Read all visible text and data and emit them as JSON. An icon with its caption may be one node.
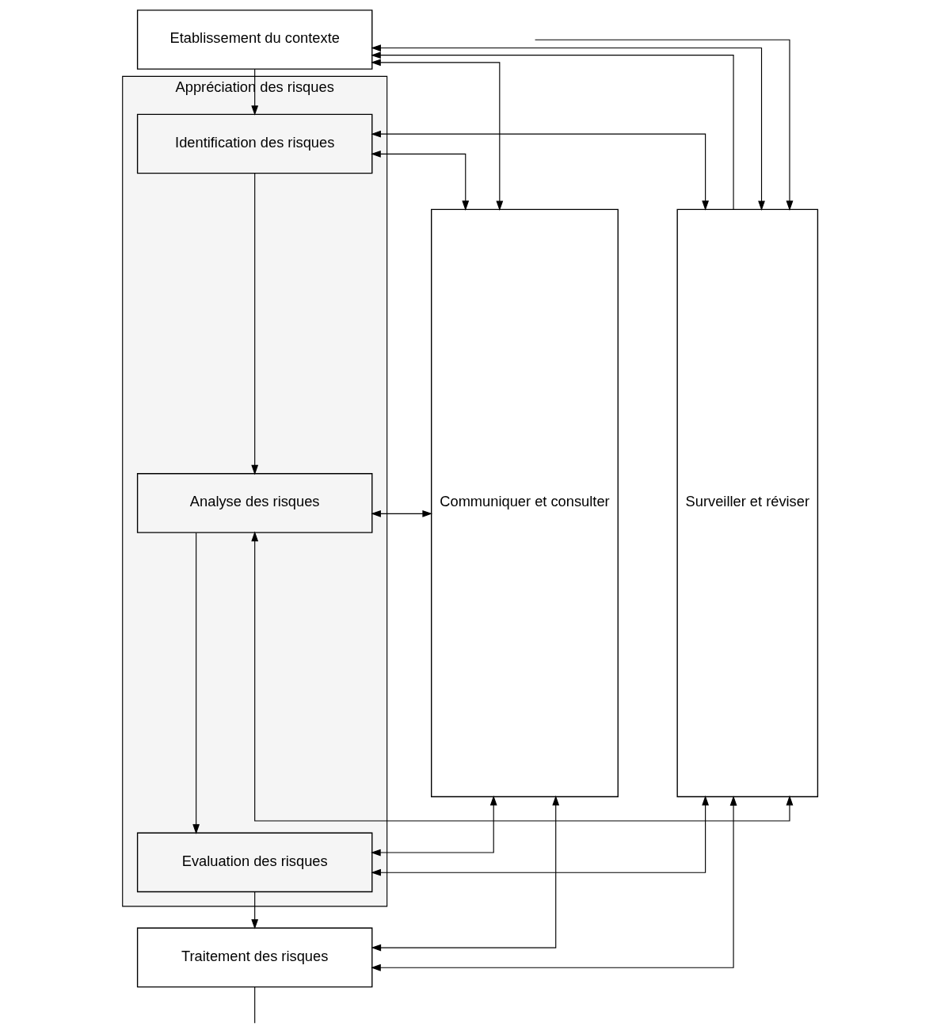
{
  "diagram": {
    "nodes": [
      {
        "text": [
          "Communiquer et consulter"
        ]
      },
      {
        "text": [
          "Etablissement du contexte"
        ]
      },
      {
        "text": [
          "Appréciation des risques"
        ]
      },
      {
        "text": [
          "Identification des risques"
        ],
        "in": 2
      },
      {
        "text": [
          "Analyse des risques"
        ],
        "in": 2
      },
      {
        "text": [
          "Evaluation des risques"
        ],
        "in": 2
      },
      {
        "text": [
          "Traitement des risques"
        ]
      },
      {
        "text": [
          "Surveiller et réviser"
        ]
      }
    ],
    "edges": [
      {
        "from": 7,
        "to": 1,
        "arrow": "to"
      },
      {
        "from": 0,
        "to": 1,
        "arrow": "both"
      },
      {
        "from": 1,
        "to": 7,
        "arrow": "both"
      },
      {
        "from": 1,
        "to": 3,
        "arrow": "to"
      },
      {
        "from": 0,
        "to": 3,
        "arrow": "both"
      },
      {
        "from": 3,
        "to": 7,
        "arrow": "both"
      },
      {
        "from": 3,
        "to": 4,
        "arrow": "to"
      },
      {
        "from": 0,
        "to": 4,
        "arrow": "both"
      },
      {
        "from": 4,
        "to": 7,
        "arrow": "both"
      },
      {
        "from": 4,
        "to": 5,
        "arrow": "to"
      },
      {
        "from": 0,
        "to": 5,
        "arrow": "both"
      },
      {
        "from": 5,
        "to": 7,
        "arrow": "both"
      },
      {
        "from": 5,
        "to": 6,
        "arrow": "to"
      },
      {
        "from": 0,
        "to": 6,
        "arrow": "both"
      },
      {
        "from": 6,
        "to": 7,
        "arrow": "both"
      },
      {
        "from": 6,
        "to": null,
        "arrow": "none"
      },
      {
        "from": null,
        "to": 7,
        "arrow": "to"
      }
    ]
  }
}
